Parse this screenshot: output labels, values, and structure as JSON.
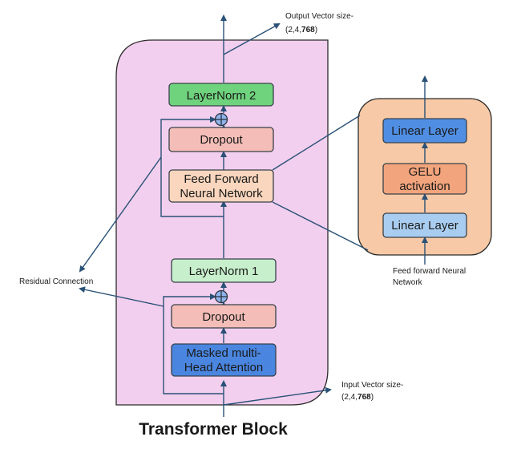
{
  "title": "Transformer Block",
  "output_label": {
    "line1": "Output Vector size-",
    "line2_prefix": "(2,4,",
    "line2_bold": "768",
    "line2_suffix": ")"
  },
  "input_label": {
    "line1": "Input Vector size-",
    "line2_prefix": "(2,4,",
    "line2_bold": "768",
    "line2_suffix": ")"
  },
  "residual_label": "Residual Connection",
  "ffn_caption": {
    "line1": "Feed forward Neural",
    "line2": "Network"
  },
  "nodes": {
    "layernorm2": "LayerNorm 2",
    "dropout_top": "Dropout",
    "ffn_line1": "Feed Forward",
    "ffn_line2": "Neural Network",
    "layernorm1": "LayerNorm 1",
    "dropout_bottom": "Dropout",
    "attn_line1": "Masked multi-",
    "attn_line2": "Head Attention",
    "linear_top": "Linear Layer",
    "gelu_line1": "GELU",
    "gelu_line2": "activation",
    "linear_bottom": "Linear Layer"
  },
  "colors": {
    "block_bg": "#f2cfee",
    "ffn_panel_bg": "#f7c9a6",
    "layernorm2": "#6fd37d",
    "layernorm1": "#c7efcb",
    "dropout": "#f4bdb7",
    "ffn_node": "#f9d6bd",
    "attention": "#4a86e0",
    "linear": "#4f8ee3",
    "linear_light": "#a9cdf0",
    "gelu": "#f2a47c",
    "arrow": "#2a5177",
    "node_border": "#38414a",
    "plus_fill": "#8fb4ea"
  }
}
